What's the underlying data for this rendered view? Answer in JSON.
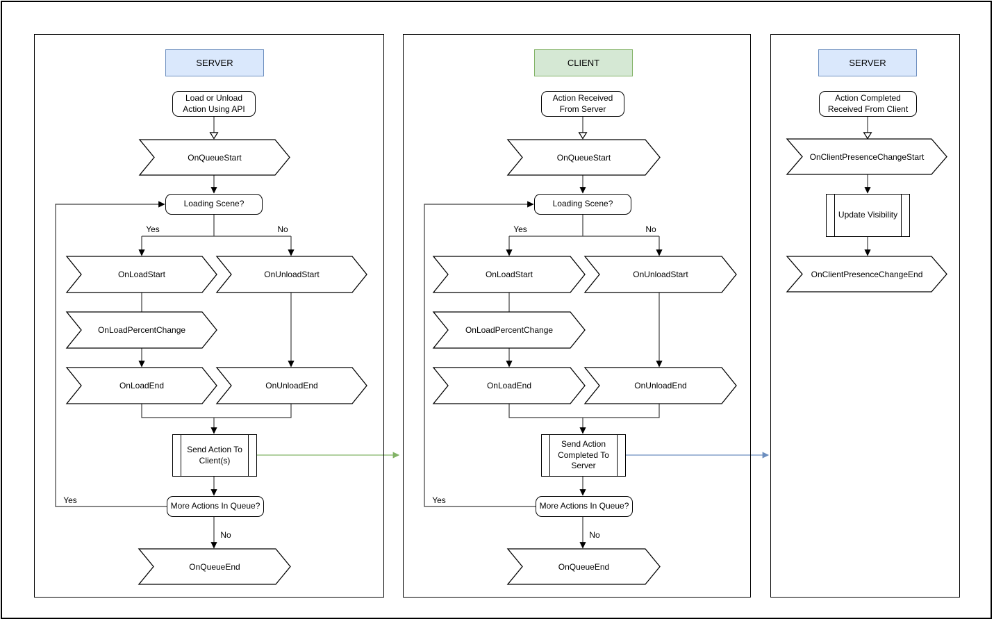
{
  "panels": [
    {
      "name": "server-queue",
      "header": "SERVER",
      "nodes": {
        "start": "Load or Unload Action Using API",
        "on_queue_start": "OnQueueStart",
        "loading_scene": "Loading Scene?",
        "on_load_start": "OnLoadStart",
        "on_unload_start": "OnUnloadStart",
        "on_load_percent_change": "OnLoadPercentChange",
        "on_load_end": "OnLoadEnd",
        "on_unload_end": "OnUnloadEnd",
        "send_action": "Send Action To Client(s)",
        "more_actions": "More Actions In Queue?",
        "on_queue_end": "OnQueueEnd"
      },
      "labels": {
        "yes": "Yes",
        "no": "No",
        "yes_loop": "Yes",
        "no_exit": "No"
      }
    },
    {
      "name": "client-queue",
      "header": "CLIENT",
      "nodes": {
        "start": "Action Received From Server",
        "on_queue_start": "OnQueueStart",
        "loading_scene": "Loading Scene?",
        "on_load_start": "OnLoadStart",
        "on_unload_start": "OnUnloadStart",
        "on_load_percent_change": "OnLoadPercentChange",
        "on_load_end": "OnLoadEnd",
        "on_unload_end": "OnUnloadEnd",
        "send_action": "Send Action Completed To Server",
        "more_actions": "More Actions In Queue?",
        "on_queue_end": "OnQueueEnd"
      },
      "labels": {
        "yes": "Yes",
        "no": "No",
        "yes_loop": "Yes",
        "no_exit": "No"
      }
    },
    {
      "name": "server-presence",
      "header": "SERVER",
      "nodes": {
        "start": "Action Completed Received From Client",
        "on_client_presence_change_start": "OnClientPresenceChangeStart",
        "update_visibility": "Update Visibility",
        "on_client_presence_change_end": "OnClientPresenceChangeEnd"
      }
    }
  ],
  "colors": {
    "server_header_fill": "#dae8fc",
    "server_header_border": "#6c8ebf",
    "client_header_fill": "#d5e8d4",
    "client_header_border": "#82b366",
    "server_to_client_arrow": "#82b366",
    "client_to_server_arrow": "#6c8ebf"
  }
}
